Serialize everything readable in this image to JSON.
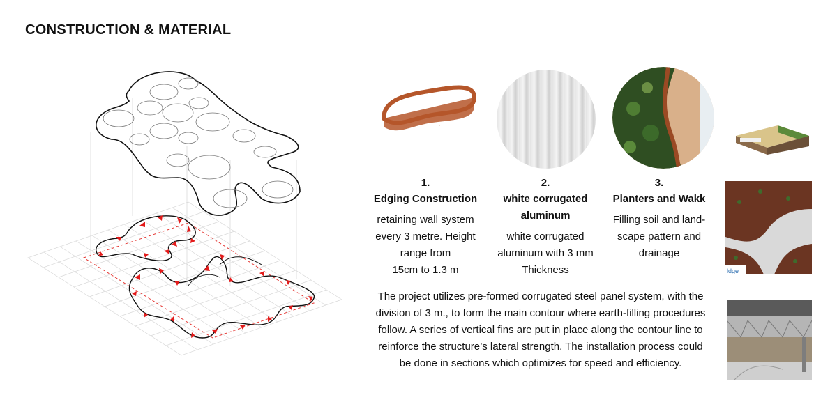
{
  "page": {
    "title": "CONSTRUCTION & MATERIAL"
  },
  "diagram": {
    "upper_layer": "plan outline with circular planters",
    "lower_layer": "contour wall with vertical fins on grid",
    "fin_color": "#e31b1b",
    "grid_color": "#d8d8d8",
    "boundary_color": "#e53935"
  },
  "materials": [
    {
      "number": "1.",
      "heading": "Edging Construction",
      "lines": [
        "retaining wall system",
        "every 3 metre. Height",
        "range from",
        "15cm to 1.3 m"
      ]
    },
    {
      "number": "2.",
      "heading_lines": [
        "white corrugated",
        "aluminum"
      ],
      "lines": [
        "white corrugated",
        "aluminum with 3 mm",
        "Thickness"
      ]
    },
    {
      "number": "3.",
      "heading": "Planters and Wakk",
      "lines": [
        "Filling soil and land-",
        "scape pattern and",
        "drainage"
      ]
    }
  ],
  "description": {
    "lines": [
      "The project utilizes pre-formed corrugated steel panel system, with the",
      "division of 3 m., to form the main contour where earth-filling procedures",
      "follow. A series of vertical fins are put in place along the contour line to",
      "reinforce the structure’s lateral strength. The installation process could",
      "be done in sections which optimizes for speed and efficiency."
    ]
  },
  "photos": {
    "sign_fragment": "ldge"
  },
  "colors": {
    "corten": "#b5562a",
    "soil": "#6b3522",
    "plant_green": "#3f6b2c"
  }
}
